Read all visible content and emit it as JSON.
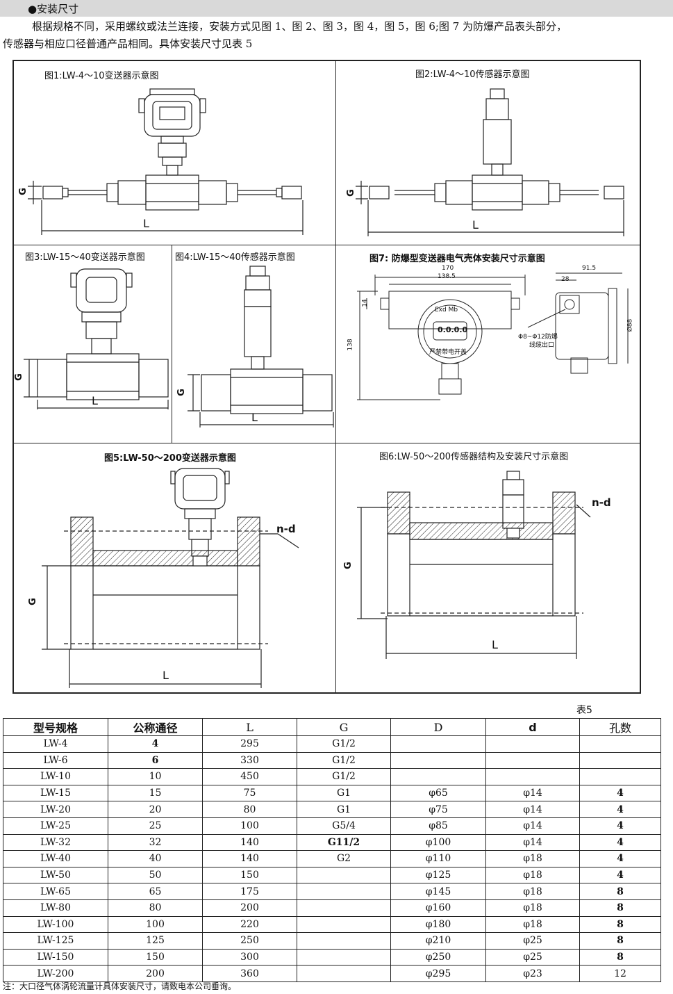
{
  "section": {
    "bullet": "●",
    "title": "安装尺寸"
  },
  "intro": {
    "line1": "根据规格不同，采用螺纹或法兰连接，安装方式见图 1、图 2、图 3，图 4，图 5，图 6;图 7 为防爆产品表头部分，",
    "line2": "传感器与相应口径普通产品相同。具体安装尺寸见表 5"
  },
  "figures": {
    "fig1": {
      "caption": "图1:LW-4～10变送器示意图",
      "g": "G",
      "l": "L"
    },
    "fig2": {
      "caption": "图2:LW-4～10传感器示意图",
      "g": "G",
      "l": "L"
    },
    "fig3": {
      "caption": "图3:LW-15～40变送器示意图",
      "g": "G",
      "l": "L"
    },
    "fig4": {
      "caption": "图4:LW-15～40传感器示意图",
      "g": "G",
      "l": "L"
    },
    "fig7": {
      "caption": "图7: 防爆型变送器电气壳体安装尺寸示意图",
      "dim_170": "170",
      "dim_138_5": "138.5",
      "dim_91_5": "91.5",
      "dim_28": "28",
      "dim_14": "14",
      "dim_138": "138",
      "dim_88": "Ø88",
      "exd": "Exd  Mb",
      "display": "0.0.0.0",
      "warning": "严禁带电开盖",
      "cable_1": "Φ8~Φ12防爆",
      "cable_2": "线缆出口"
    },
    "fig5": {
      "caption": "图5:LW-50～200变送器示意图",
      "g": "G",
      "l": "L",
      "nd": "n-d"
    },
    "fig6": {
      "caption": "图6:LW-50～200传感器结构及安装尺寸示意图",
      "g": "G",
      "l": "L",
      "nd": "n-d"
    }
  },
  "table": {
    "label": "表5",
    "headers": [
      "型号规格",
      "公称通径",
      "L",
      "G",
      "D",
      "d",
      "孔数"
    ],
    "rows": [
      [
        "LW-4",
        "4",
        "295",
        "G1/2",
        "",
        "",
        ""
      ],
      [
        "LW-6",
        "6",
        "330",
        "G1/2",
        "",
        "",
        ""
      ],
      [
        "LW-10",
        "10",
        "450",
        "G1/2",
        "",
        "",
        ""
      ],
      [
        "LW-15",
        "15",
        "75",
        "G1",
        "φ65",
        "φ14",
        "4"
      ],
      [
        "LW-20",
        "20",
        "80",
        "G1",
        "φ75",
        "φ14",
        "4"
      ],
      [
        "LW-25",
        "25",
        "100",
        "G5/4",
        "φ85",
        "φ14",
        "4"
      ],
      [
        "LW-32",
        "32",
        "140",
        "G11/2",
        "φ100",
        "φ14",
        "4"
      ],
      [
        "LW-40",
        "40",
        "140",
        "G2",
        "φ110",
        "φ18",
        "4"
      ],
      [
        "LW-50",
        "50",
        "150",
        "",
        "φ125",
        "φ18",
        "4"
      ],
      [
        "LW-65",
        "65",
        "175",
        "",
        "φ145",
        "φ18",
        "8"
      ],
      [
        "LW-80",
        "80",
        "200",
        "",
        "φ160",
        "φ18",
        "8"
      ],
      [
        "LW-100",
        "100",
        "220",
        "",
        "φ180",
        "φ18",
        "8"
      ],
      [
        "LW-125",
        "125",
        "250",
        "",
        "φ210",
        "φ25",
        "8"
      ],
      [
        "LW-150",
        "150",
        "300",
        "",
        "φ250",
        "φ25",
        "8"
      ],
      [
        "LW-200",
        "200",
        "360",
        "",
        "φ295",
        "φ23",
        "12"
      ]
    ]
  },
  "note": "注：大口径气体涡轮流量计具体安装尺寸，请致电本公司垂询。"
}
